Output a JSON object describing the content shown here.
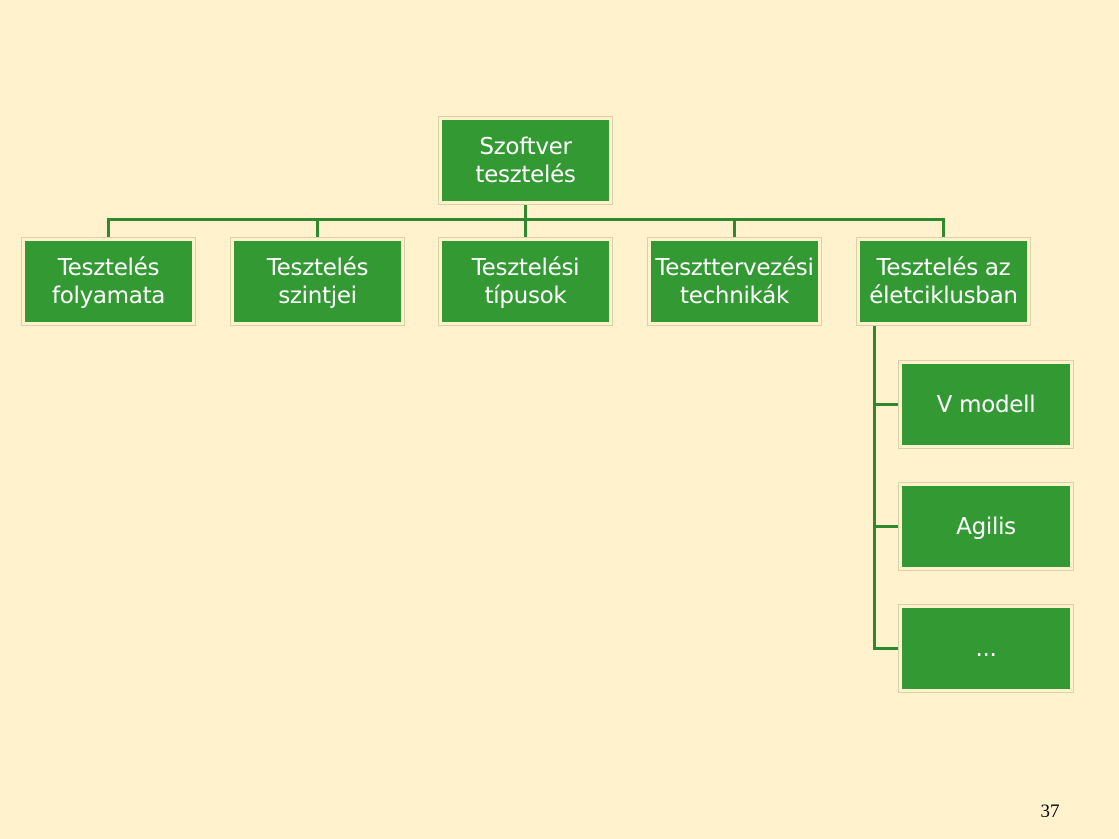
{
  "diagram": {
    "root": {
      "label": "Szoftver\ntesztelés"
    },
    "children": [
      {
        "label": "Tesztelés\nfolyamata"
      },
      {
        "label": "Tesztelés\nszintjei"
      },
      {
        "label": "Tesztelési\ntípusok"
      },
      {
        "label": "Teszttervezési\ntechnikák"
      },
      {
        "label": "Tesztelés az\néletciklusban"
      }
    ],
    "subchildren": [
      {
        "label": "V modell"
      },
      {
        "label": "Agilis"
      },
      {
        "label": "..."
      }
    ],
    "colors": {
      "background": "#fff2cc",
      "box_fill": "#339933",
      "box_text": "#ffffff",
      "connector": "#2f8a2f"
    }
  },
  "slide": {
    "page_number": "37"
  }
}
